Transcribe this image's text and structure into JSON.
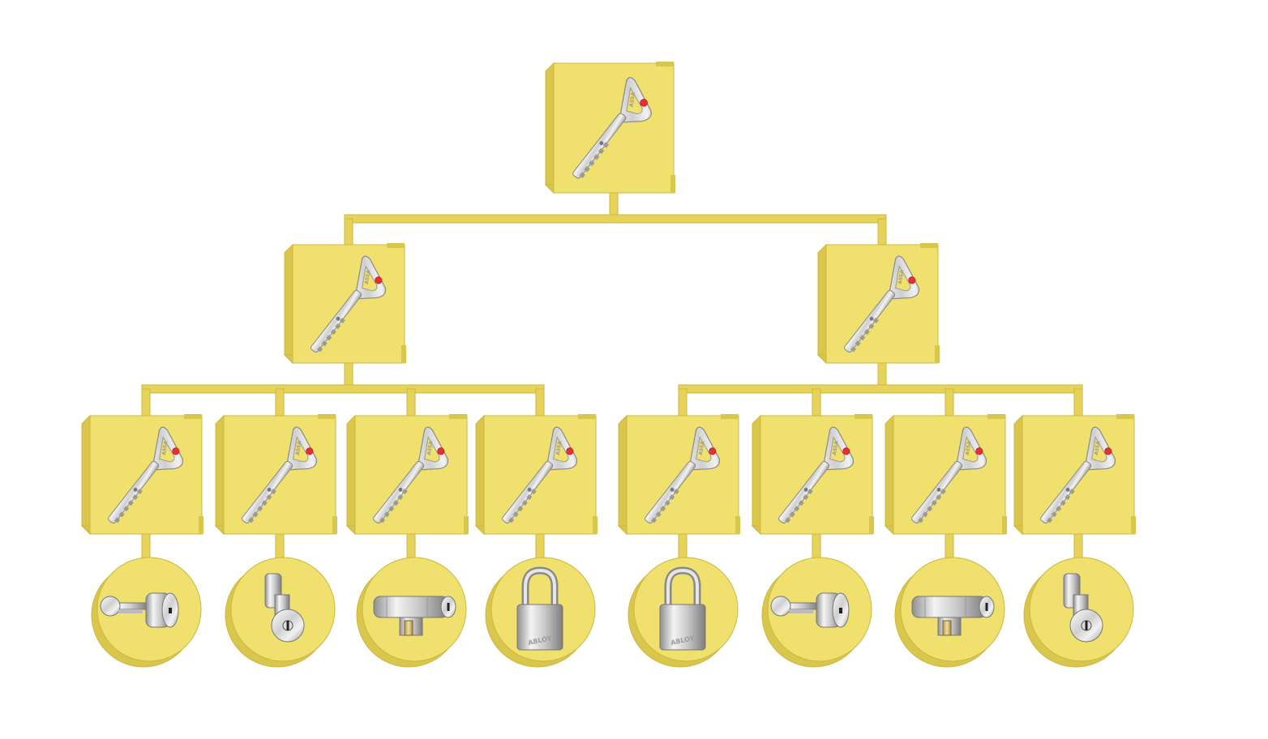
{
  "diagram": {
    "type": "master-key-system-hierarchy",
    "levels": [
      "grand-master-key",
      "master-key",
      "user-key",
      "lock"
    ],
    "colors": {
      "box_front": "#f0e06e",
      "box_side": "#d9c64c",
      "box_edge": "#cdb83f",
      "connector": "#e6d45a",
      "key_metal": "#d8d8d8",
      "key_dot": "#e8312f"
    },
    "key_engraving": "ASSA",
    "lock_engraving": "ABLOY",
    "tree": {
      "node": "grand-master-key",
      "icon": "key-icon",
      "children": [
        {
          "node": "master-key-1",
          "icon": "key-icon",
          "children": [
            {
              "node": "user-key-1",
              "icon": "key-icon",
              "lock": "knob-cylinder-icon"
            },
            {
              "node": "user-key-2",
              "icon": "key-icon",
              "lock": "cam-lock-icon"
            },
            {
              "node": "user-key-3",
              "icon": "key-icon",
              "lock": "euro-cylinder-icon"
            },
            {
              "node": "user-key-4",
              "icon": "key-icon",
              "lock": "padlock-icon"
            }
          ]
        },
        {
          "node": "master-key-2",
          "icon": "key-icon",
          "children": [
            {
              "node": "user-key-5",
              "icon": "key-icon",
              "lock": "padlock-icon"
            },
            {
              "node": "user-key-6",
              "icon": "key-icon",
              "lock": "knob-cylinder-icon"
            },
            {
              "node": "user-key-7",
              "icon": "key-icon",
              "lock": "euro-cylinder-icon"
            },
            {
              "node": "user-key-8",
              "icon": "key-icon",
              "lock": "cam-lock-icon"
            }
          ]
        }
      ]
    }
  }
}
